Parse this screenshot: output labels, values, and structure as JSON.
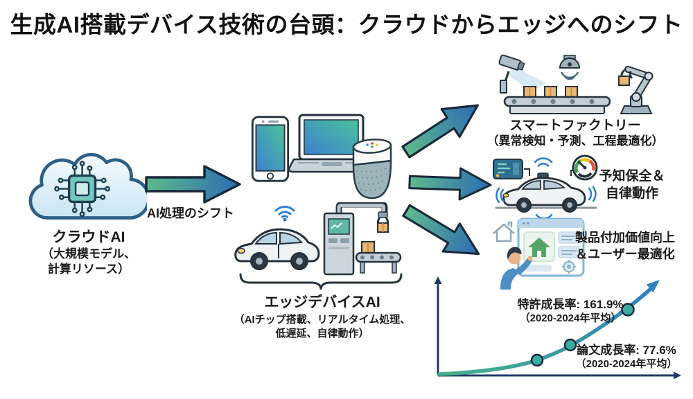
{
  "title": "生成AI搭載デバイス技術の台頭：クラウドからエッジへのシフト",
  "cloud_ai": {
    "label": "クラウドAI",
    "sub1": "（大規模モデル、",
    "sub2": "計算リソース）"
  },
  "shift_arrow": {
    "label": "AI処理のシフト"
  },
  "edge_devices": {
    "label": "エッジデバイスAI",
    "sub1": "（AIチップ搭載、リアルタイム処理、",
    "sub2": "低遅延、自律動作）",
    "icons": [
      "smartphone-icon",
      "laptop-icon",
      "smart-speaker-icon",
      "wifi-icon",
      "connected-car-icon",
      "factory-robot-icon"
    ]
  },
  "use_cases": [
    {
      "icon": "smart-factory-icon",
      "line1": "スマートファクトリー",
      "line2": "（異常検知・予測、工程最適化）"
    },
    {
      "icon": "predictive-maintenance-car-icon",
      "line1": "予知保全＆",
      "line2": "自律動作"
    },
    {
      "icon": "smart-home-app-icon",
      "line1": "製品付加価値向上",
      "line2": "＆ユーザー最適化"
    }
  ],
  "chart_data": {
    "type": "line",
    "title": "",
    "xlabel": "",
    "ylabel": "",
    "style": "exponential growth curve, unlabeled axes, 3 marked points, arrow at end",
    "annotations": [
      {
        "label": "特許成長率: 161.9%",
        "sublabel": "（2020-2024年平均）",
        "value_pct": 161.9
      },
      {
        "label": "論文成長率: 77.6%",
        "sublabel": "（2020-2024年平均）",
        "value_pct": 77.6
      }
    ]
  },
  "colors": {
    "background": "#ffffff",
    "arrow_gradient_start": "#5eb98c",
    "arrow_gradient_end": "#2d6cb3",
    "outline_dark": "#17293a",
    "curve_start": "#45b08c",
    "curve_end": "#2f7fc1",
    "axis_navy": "#1f3a66",
    "dot_fill": "#3aaca2",
    "cloud_fill": "#cde6f5",
    "cloud_outline": "#2d5f86",
    "chip_fill": "#74c7bd",
    "wifi_blue": "#2e7fd6",
    "box_tan": "#e9b873"
  }
}
